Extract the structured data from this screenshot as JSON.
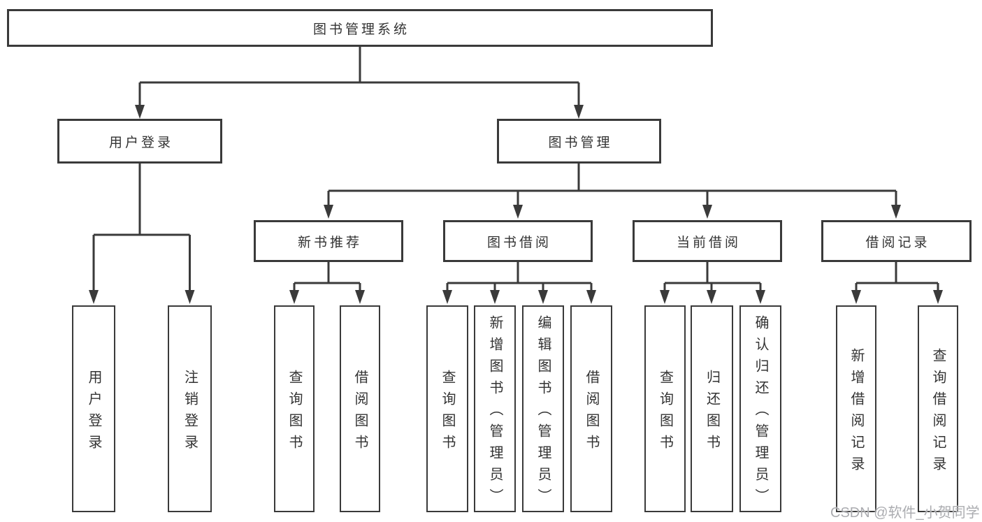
{
  "nodes": {
    "root": "图书管理系统",
    "login": "用户登录",
    "book_mgmt": "图书管理",
    "new_book": "新书推荐",
    "book_borrow": "图书借阅",
    "current_borrow": "当前借阅",
    "borrow_records": "借阅记录",
    "user_login": "用户登录",
    "logout": "注销登录",
    "nb_query": "查询图书",
    "nb_borrow": "借阅图书",
    "bb_query": "查询图书",
    "bb_add": "新增图书（管理员）",
    "bb_edit": "编辑图书（管理员）",
    "bb_borrow": "借阅图书",
    "cb_query": "查询图书",
    "cb_return": "归还图书",
    "cb_confirm": "确认归还（管理员）",
    "br_add": "新增借阅记录",
    "br_query": "查询借阅记录"
  },
  "watermark": "CSDN @软件_小贺同学",
  "colors": {
    "line": "#3a3a3a",
    "text": "#333333",
    "background": "#ffffff",
    "watermark": "#abacb0"
  }
}
